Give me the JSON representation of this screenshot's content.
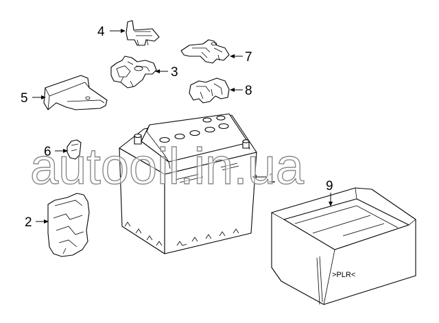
{
  "diagram": {
    "callouts": [
      "1",
      "2",
      "3",
      "4",
      "5",
      "6",
      "7",
      "8",
      "9"
    ],
    "tray_marking": ">PLR<",
    "watermark": "autooil.in.ua"
  },
  "colors": {
    "line": "#000000",
    "background": "#ffffff",
    "watermark_outline": "#8a8a8a"
  }
}
